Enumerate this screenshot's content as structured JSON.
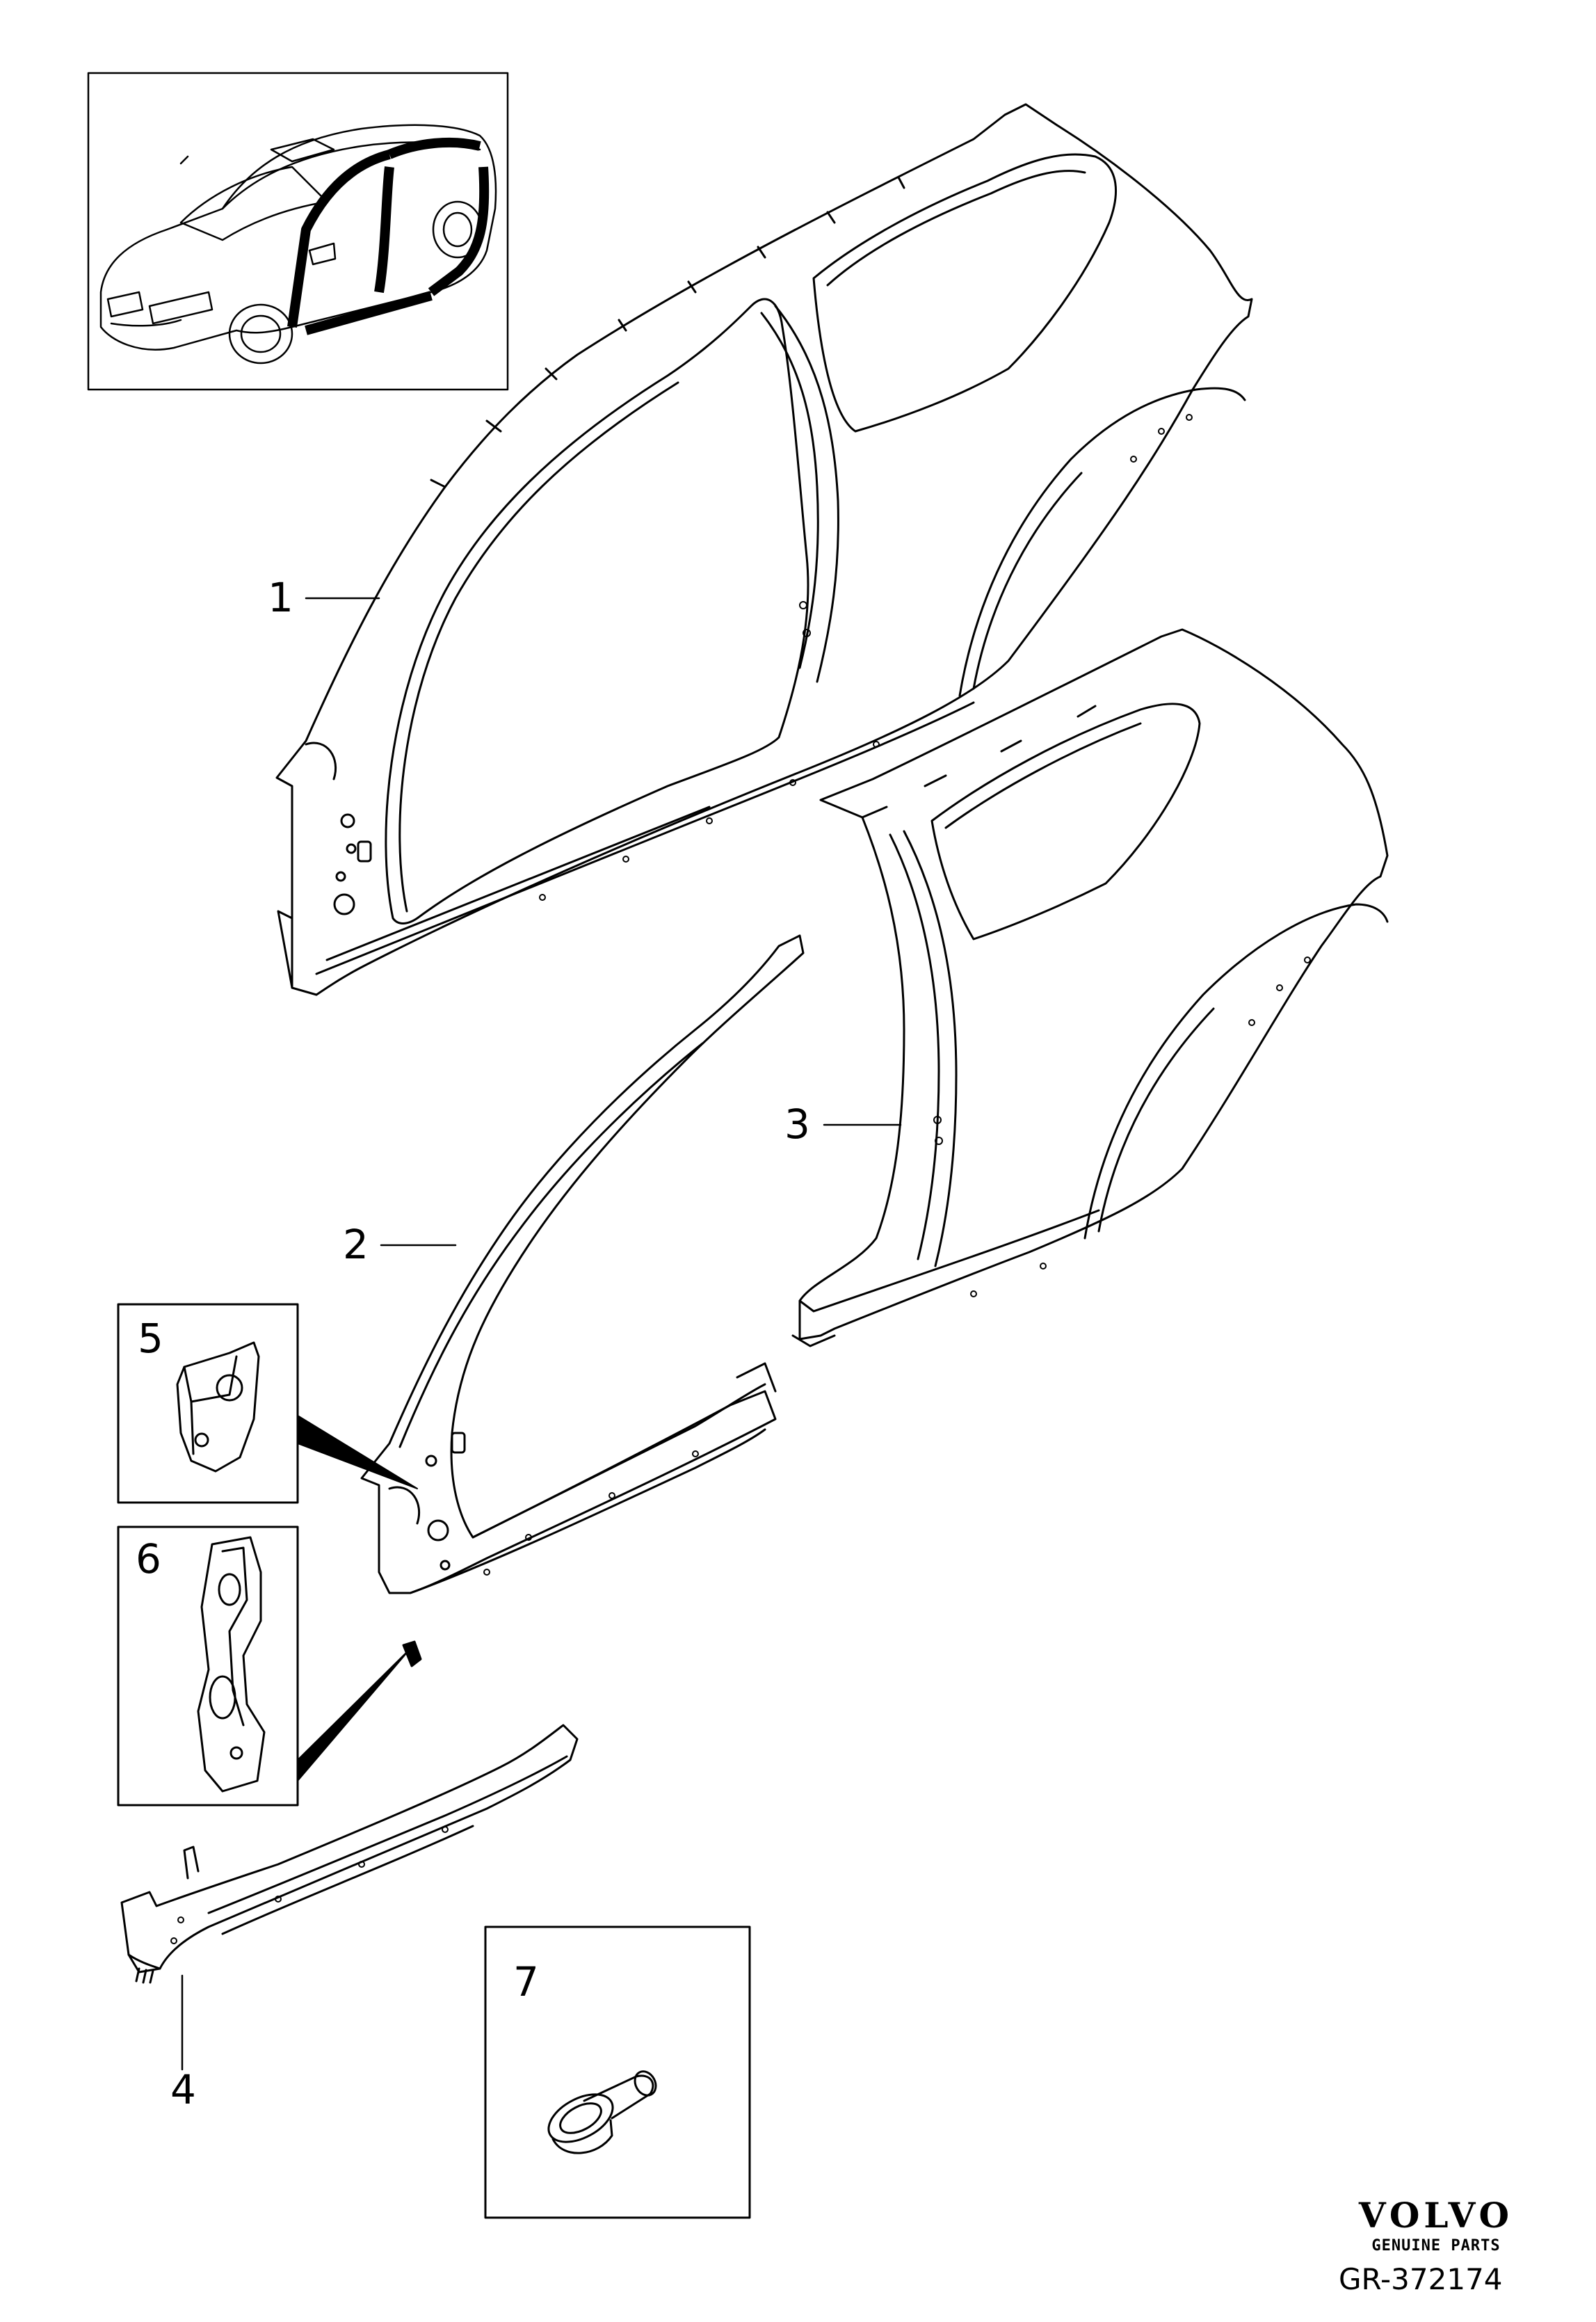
{
  "callouts": {
    "part_1": "1",
    "part_2": "2",
    "part_3": "3",
    "part_4": "4",
    "part_5": "5",
    "part_6": "6",
    "part_7": "7"
  },
  "brand": {
    "name": "VOLVO",
    "tagline": "GENUINE PARTS"
  },
  "reference": "GR-372174",
  "colors": {
    "line": "#000000",
    "background": "#ffffff",
    "highlight": "#000000"
  }
}
